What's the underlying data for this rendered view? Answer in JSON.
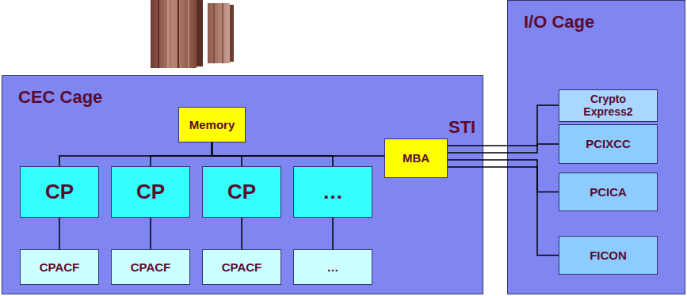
{
  "diagram": {
    "nodes": [
      {
        "text": [
          "CEC Cage"
        ]
      },
      {
        "text": [
          "Memory"
        ],
        "in": 0
      },
      {
        "text": [
          "MBA"
        ],
        "in": 0
      },
      {
        "text": [
          "CP"
        ],
        "in": 0
      },
      {
        "text": [
          "CP"
        ],
        "in": 0
      },
      {
        "text": [
          "CP"
        ],
        "in": 0
      },
      {
        "text": [
          "…"
        ],
        "in": 0
      },
      {
        "text": [
          "CPACF"
        ],
        "in": 0
      },
      {
        "text": [
          "CPACF"
        ],
        "in": 0
      },
      {
        "text": [
          "CPACF"
        ],
        "in": 0
      },
      {
        "text": [
          "…"
        ],
        "in": 0
      },
      {
        "text": [
          "I/O Cage"
        ]
      },
      {
        "text": [
          "Crypto Express2"
        ],
        "in": 11
      },
      {
        "text": [
          "PCIXCC"
        ],
        "in": 11
      },
      {
        "text": [
          "PCICA"
        ],
        "in": 11
      },
      {
        "text": [
          "FICON"
        ],
        "in": 11
      }
    ],
    "edges": [
      {
        "from": 1,
        "to": 3,
        "arrow": "none"
      },
      {
        "from": 1,
        "to": 4,
        "arrow": "none"
      },
      {
        "from": 1,
        "to": 5,
        "arrow": "none"
      },
      {
        "from": 1,
        "to": 6,
        "arrow": "none"
      },
      {
        "from": 1,
        "to": 2,
        "arrow": "none"
      },
      {
        "from": 3,
        "to": 7,
        "arrow": "none"
      },
      {
        "from": 4,
        "to": 8,
        "arrow": "none"
      },
      {
        "from": 5,
        "to": 9,
        "arrow": "none"
      },
      {
        "from": 6,
        "to": 10,
        "arrow": "none"
      },
      {
        "from": 2,
        "to": 12,
        "arrow": "none"
      },
      {
        "from": 2,
        "to": 13,
        "arrow": "none"
      },
      {
        "from": 2,
        "to": 14,
        "arrow": "none"
      },
      {
        "from": 2,
        "to": 15,
        "arrow": "none"
      }
    ],
    "labels": [
      "STI"
    ]
  }
}
